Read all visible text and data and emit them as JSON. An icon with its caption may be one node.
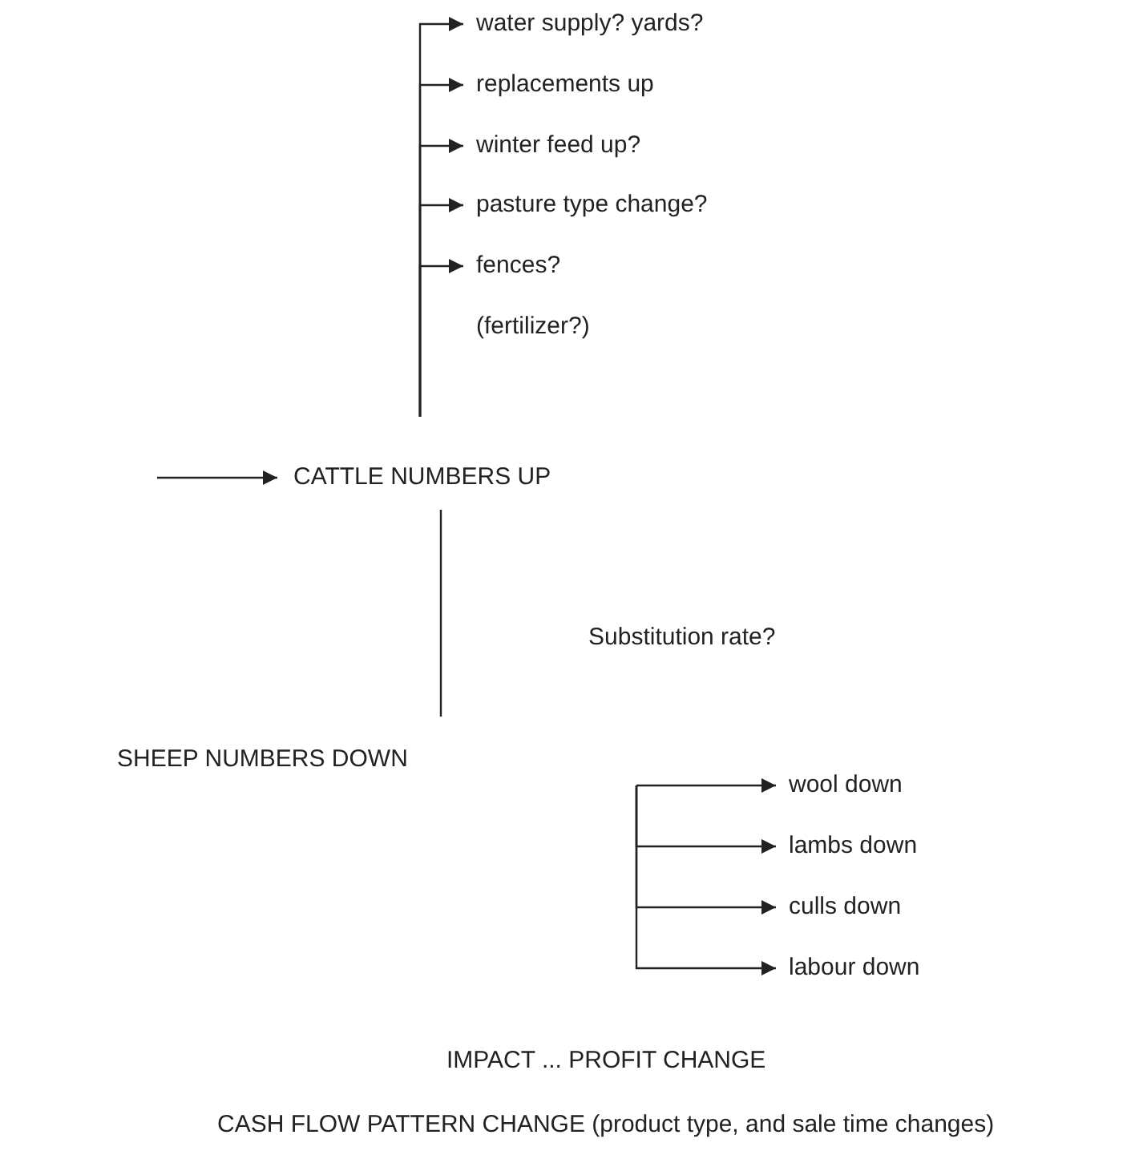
{
  "diagram": {
    "nodes": [
      {
        "text": [
          "water supply? yards?"
        ]
      },
      {
        "text": [
          "replacements up"
        ]
      },
      {
        "text": [
          "winter feed up?"
        ]
      },
      {
        "text": [
          "pasture type change?"
        ]
      },
      {
        "text": [
          "fences?"
        ]
      },
      {
        "text": [
          "CATTLE NUMBERS UP"
        ]
      },
      {
        "text": [
          "SHEEP NUMBERS DOWN"
        ]
      },
      {
        "text": [
          "wool down"
        ]
      },
      {
        "text": [
          "lambs down"
        ]
      },
      {
        "text": [
          "culls down"
        ]
      },
      {
        "text": [
          "labour down"
        ]
      }
    ],
    "edges": [
      {
        "from": null,
        "to": 0,
        "arrow": "to"
      },
      {
        "from": null,
        "to": 1,
        "arrow": "to"
      },
      {
        "from": null,
        "to": 2,
        "arrow": "to"
      },
      {
        "from": null,
        "to": 3,
        "arrow": "to"
      },
      {
        "from": null,
        "to": 4,
        "arrow": "to"
      },
      {
        "from": null,
        "to": 5,
        "arrow": "to"
      },
      {
        "from": 5,
        "to": 6,
        "arrow": "none"
      },
      {
        "from": null,
        "to": 7,
        "arrow": "to"
      },
      {
        "from": null,
        "to": 8,
        "arrow": "to"
      },
      {
        "from": null,
        "to": 9,
        "arrow": "to"
      },
      {
        "from": null,
        "to": 10,
        "arrow": "to"
      }
    ],
    "labels": [
      "(fertilizer?)",
      "Substitution rate?",
      "IMPACT ... PROFIT CHANGE",
      "CASH FLOW PATTERN CHANGE (product type, and sale time changes)"
    ]
  }
}
